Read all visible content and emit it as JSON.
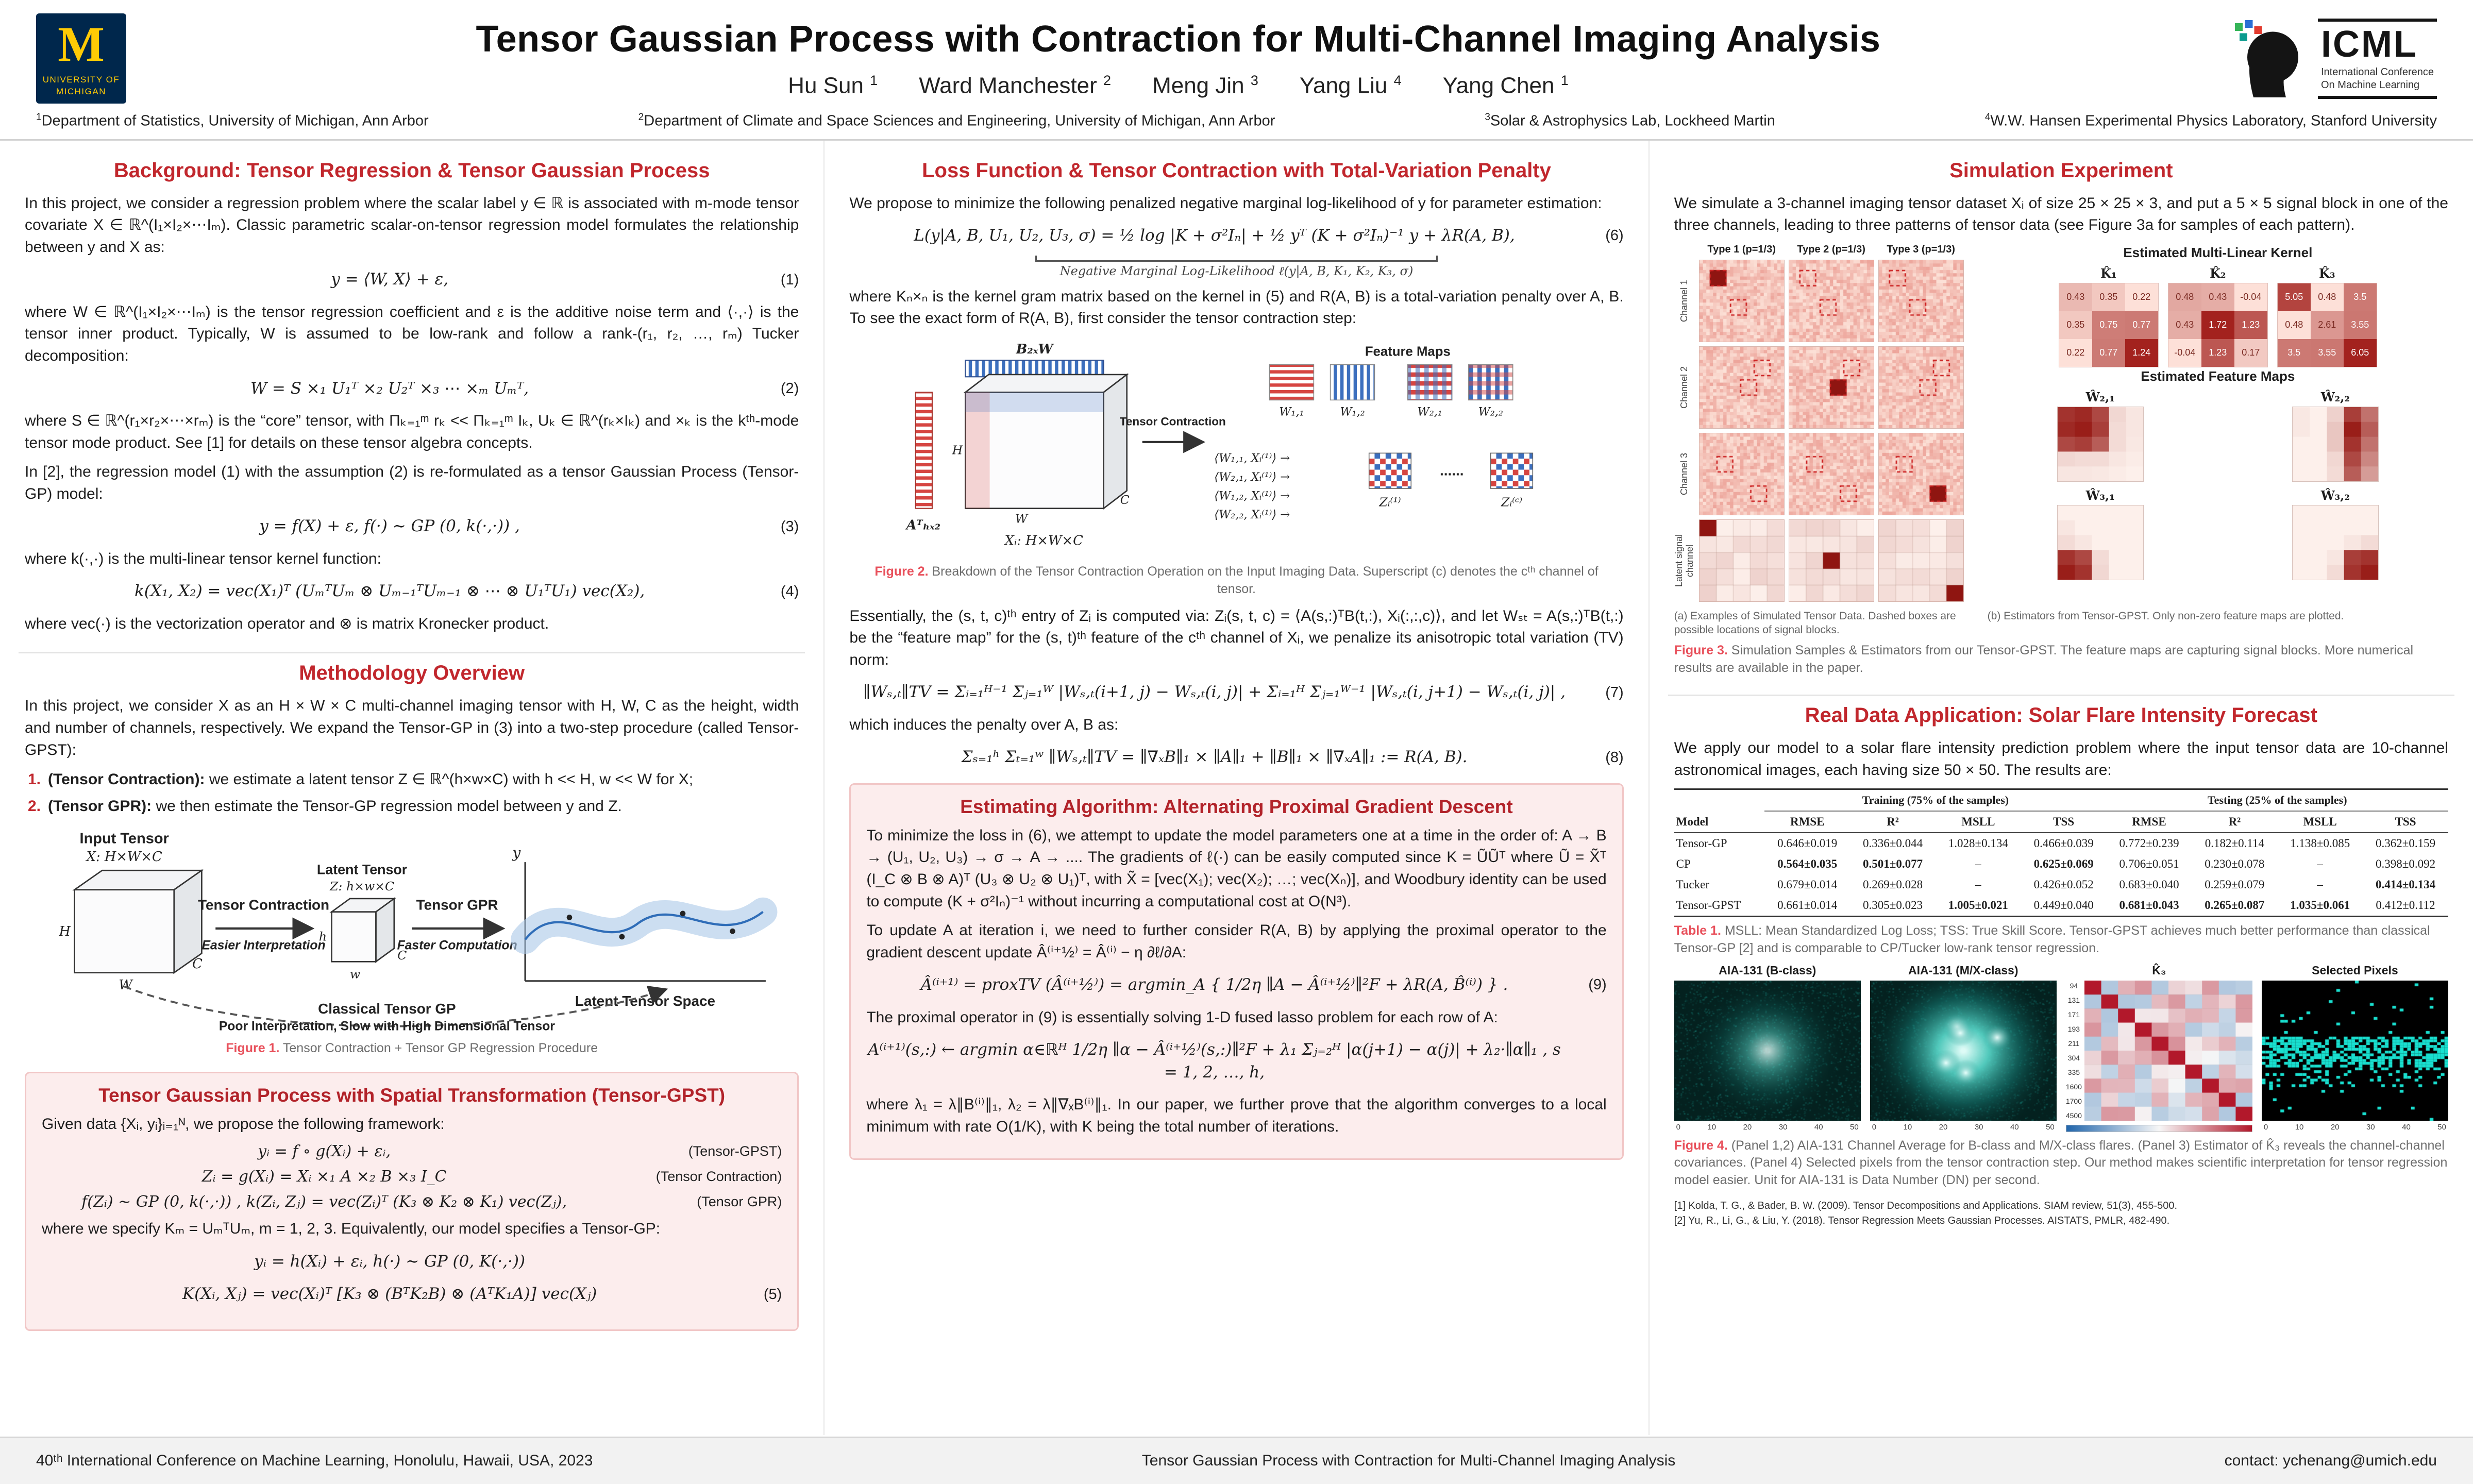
{
  "header": {
    "title": "Tensor Gaussian Process with Contraction for Multi-Channel Imaging Analysis",
    "authors": [
      {
        "name": "Hu Sun",
        "sup": "1"
      },
      {
        "name": "Ward Manchester",
        "sup": "2"
      },
      {
        "name": "Meng Jin",
        "sup": "3"
      },
      {
        "name": "Yang Liu",
        "sup": "4"
      },
      {
        "name": "Yang Chen",
        "sup": "1"
      }
    ],
    "affiliations": [
      {
        "sup": "1",
        "text": "Department of Statistics, University of Michigan, Ann Arbor"
      },
      {
        "sup": "2",
        "text": "Department of Climate and Space Sciences and Engineering, University of Michigan, Ann Arbor"
      },
      {
        "sup": "3",
        "text": "Solar & Astrophysics Lab, Lockheed Martin"
      },
      {
        "sup": "4",
        "text": "W.W. Hansen Experimental Physics Laboratory, Stanford University"
      }
    ],
    "um_logo": {
      "m": "M",
      "line1": "UNIVERSITY OF",
      "line2": "MICHIGAN"
    },
    "icml": {
      "name": "ICML",
      "line1": "International Conference",
      "line2": "On Machine Learning"
    }
  },
  "col1": {
    "sec1_title": "Background: Tensor Regression & Tensor Gaussian Process",
    "p1": "In this project, we consider a regression problem where the scalar label y ∈ ℝ is associated with m-mode tensor covariate X ∈ ℝ^(I₁×I₂×⋯Iₘ). Classic parametric scalar-on-tensor regression model formulates the relationship between y and X as:",
    "eq1": {
      "body": "y = ⟨W, X⟩ + ε,",
      "num": "(1)"
    },
    "p2": "where W ∈ ℝ^(I₁×I₂×⋯Iₘ) is the tensor regression coefficient and ε is the additive noise term and ⟨·,·⟩ is the tensor inner product. Typically, W is assumed to be low-rank and follow a rank-(r₁, r₂, …, rₘ) Tucker decomposition:",
    "eq2": {
      "body": "W = S ×₁ U₁ᵀ ×₂ U₂ᵀ ×₃ ⋯ ×ₘ Uₘᵀ,",
      "num": "(2)"
    },
    "p3": "where S ∈ ℝ^(r₁×r₂×⋯×rₘ) is the “core” tensor, with Πₖ₌₁ᵐ rₖ << Πₖ₌₁ᵐ Iₖ, Uₖ ∈ ℝ^(rₖ×Iₖ) and ×ₖ is the kᵗʰ-mode tensor mode product. See [1] for details on these tensor algebra concepts.",
    "p4": "In [2], the regression model (1) with the assumption (2) is re-formulated as a tensor Gaussian Process (Tensor-GP) model:",
    "eq3": {
      "body": "y = f(X) + ε,     f(·) ∼ GP (0, k(·,·)) ,",
      "num": "(3)"
    },
    "p5": "where k(·,·) is the multi-linear tensor kernel function:",
    "eq4": {
      "body": "k(X₁, X₂) = vec(X₁)ᵀ (UₘᵀUₘ ⊗ Uₘ₋₁ᵀUₘ₋₁ ⊗ ⋯ ⊗ U₁ᵀU₁) vec(X₂),",
      "num": "(4)"
    },
    "p6": "where vec(·) is the vectorization operator and ⊗ is matrix Kronecker product.",
    "sec2_title": "Methodology Overview",
    "p7": "In this project, we consider X as an H × W × C multi-channel imaging tensor with H, W, C as the height, width and number of channels, respectively. We expand the Tensor-GP in (3) into a two-step procedure (called Tensor-GPST):",
    "steps": [
      {
        "num": "1.",
        "label": "(Tensor Contraction):",
        "text": "we estimate a latent tensor Z ∈ ℝ^(h×w×C) with h << H, w << W for X;"
      },
      {
        "num": "2.",
        "label": "(Tensor GPR):",
        "text": "we then estimate the Tensor-GP regression model between y and Z."
      }
    ],
    "fig1": {
      "input_title": "Input Tensor",
      "input_sub": "X: H×W×C",
      "latent_title": "Latent Tensor",
      "latent_sub": "Z: h×w×C",
      "arrow1": "Tensor Contraction",
      "arrow1_sub": "Easier Interpretation",
      "arrow2": "Tensor GPR",
      "arrow2_sub": "Faster Computation",
      "classical": "Classical Tensor GP",
      "classical_sub": "Poor Interpretation, Slow with High Dimensional Tensor",
      "y_label": "y",
      "x_label": "Latent Tensor Space",
      "dims": {
        "H": "H",
        "W": "W",
        "C": "C",
        "h": "h",
        "w": "w",
        "c": "C"
      },
      "caption_label": "Figure 1.",
      "caption_text": "Tensor Contraction + Tensor GP Regression Procedure"
    },
    "box": {
      "title": "Tensor Gaussian Process with Spatial Transformation (Tensor-GPST)",
      "intro": "Given data {Xᵢ, yᵢ}ᵢ₌₁ᴺ, we propose the following framework:",
      "lines": [
        {
          "body": "yᵢ = f ∘ g(Xᵢ) + εᵢ,",
          "tag": "(Tensor-GPST)"
        },
        {
          "body": "Zᵢ = g(Xᵢ) = Xᵢ ×₁ A ×₂ B ×₃ I_C",
          "tag": "(Tensor Contraction)"
        },
        {
          "body": "f(Zᵢ) ∼ GP (0, k(·,·)) ,  k(Zᵢ, Zⱼ) = vec(Zᵢ)ᵀ (K₃ ⊗ K₂ ⊗ K₁) vec(Zⱼ),",
          "tag": "(Tensor GPR)"
        }
      ],
      "mid": "where we specify Kₘ = UₘᵀUₘ, m = 1, 2, 3. Equivalently, our model specifies a Tensor-GP:",
      "eq5a": "yᵢ = h(Xᵢ) + εᵢ,     h(·) ∼ GP (0, K(·,·))",
      "eq5b": {
        "body": "K(Xᵢ, Xⱼ) = vec(Xᵢ)ᵀ [K₃ ⊗ (BᵀK₂B) ⊗ (AᵀK₁A)] vec(Xⱼ)",
        "num": "(5)"
      }
    }
  },
  "col2": {
    "sec1_title": "Loss Function & Tensor Contraction with Total-Variation Penalty",
    "p1": "We propose to minimize the following penalized negative marginal log-likelihood of y for parameter estimation:",
    "eq6": {
      "body": "L(y|A, B, U₁, U₂, U₃, σ) = ½ log |K + σ²Iₙ| + ½ yᵀ (K + σ²Iₙ)⁻¹ y + λR(A, B),",
      "num": "(6)"
    },
    "eq6_note": "Negative Marginal Log-Likelihood ℓ(y|A, B, K₁, K₂, K₃, σ)",
    "p2": "where Kₙ×ₙ is the kernel gram matrix based on the kernel in (5) and R(A, B) is a total-variation penalty over A, B. To see the exact form of R(A, B), first consider the tensor contraction step:",
    "fig2": {
      "b_label": "B₂ₓW",
      "a_label": "Aᵀₕₓ₂",
      "x_label": "Xᵢ: H×W×C",
      "arrow": "Tensor Contraction",
      "fm_title": "Feature Maps",
      "fm": [
        "W₁,₁",
        "W₁,₂",
        "W₂,₁",
        "W₂,₂"
      ],
      "prod1": "⟨W₁,₁, Xᵢ⁽¹⁾⟩ →",
      "prod2": "⟨W₂,₁, Xᵢ⁽¹⁾⟩ →",
      "prod3": "⟨W₁,₂, Xᵢ⁽¹⁾⟩ →",
      "prod4": "⟨W₂,₂, Xᵢ⁽¹⁾⟩ →",
      "z1": "Zᵢ⁽¹⁾",
      "dots": "......",
      "zc": "Zᵢ⁽ᶜ⁾",
      "dims": {
        "H": "H",
        "W": "W",
        "C": "C"
      },
      "caption_label": "Figure 2.",
      "caption_text": "Breakdown of the Tensor Contraction Operation on the Input Imaging Data. Superscript (c) denotes the cᵗʰ channel of tensor."
    },
    "p3": "Essentially, the (s, t, c)ᵗʰ entry of Zᵢ is computed via: Zᵢ(s, t, c) = ⟨A(s,:)ᵀB(t,:), Xᵢ(:,:,c)⟩, and let Wₛₜ = A(s,:)ᵀB(t,:) be the “feature map” for the (s, t)ᵗʰ feature of the cᵗʰ channel of Xᵢ, we penalize its anisotropic total variation (TV) norm:",
    "eq7": {
      "body": "∥Wₛ,ₜ∥TV = Σᵢ₌₁ᴴ⁻¹ Σⱼ₌₁ᵂ |Wₛ,ₜ(i+1, j) − Wₛ,ₜ(i, j)| + Σᵢ₌₁ᴴ Σⱼ₌₁ᵂ⁻¹ |Wₛ,ₜ(i, j+1) − Wₛ,ₜ(i, j)| ,",
      "num": "(7)"
    },
    "p4": "which induces the penalty over A, B as:",
    "eq8": {
      "body": "Σₛ₌₁ʰ Σₜ₌₁ʷ ∥Wₛ,ₜ∥TV = ∥∇ₓB∥₁ × ∥A∥₁ + ∥B∥₁ × ∥∇ₓA∥₁ := R(A, B).",
      "num": "(8)"
    },
    "box": {
      "title": "Estimating Algorithm: Alternating Proximal Gradient Descent",
      "p1": "To minimize the loss in (6), we attempt to update the model parameters one at a time in the order of: A → B → (U₁, U₂, U₃) → σ → A → .... The gradients of ℓ(·) can be easily computed since K = ŨŨᵀ where Ũ = X̃ᵀ (I_C ⊗ B ⊗ A)ᵀ (U₃ ⊗ U₂ ⊗ U₁)ᵀ, with X̃ = [vec(X₁); vec(X₂); …; vec(Xₙ)], and Woodbury identity can be used to compute (K + σ²Iₙ)⁻¹ without incurring a computational cost at O(N³).",
      "p2": "To update A at iteration i, we need to further consider R(A, B) by applying the proximal operator to the gradient descent update Â⁽ⁱ⁺½⁾ = Â⁽ⁱ⁾ − η ∂ℓ/∂A:",
      "eq9": {
        "body": "Â⁽ⁱ⁺¹⁾ = proxTV (Â⁽ⁱ⁺½⁾) = argmin_A { 1/2η ∥A − Â⁽ⁱ⁺½⁾∥²F + λR(A, B̂⁽ⁱ⁾) } .",
        "num": "(9)"
      },
      "p3": "The proximal operator in (9) is essentially solving 1-D fused lasso problem for each row of A:",
      "eq10": {
        "body": "A⁽ⁱ⁺¹⁾(s,:) ← argmin α∈ℝᴴ 1/2η ∥α − Â⁽ⁱ⁺½⁾(s,:)∥²F + λ₁ Σⱼ₌₂ᴴ |α(j+1) − α(j)| + λ₂·∥α∥₁ ,    s = 1, 2, …, h,",
        "num": ""
      },
      "p4": "where λ₁ = λ∥B⁽ⁱ⁾∥₁, λ₂ = λ∥∇ₓB⁽ⁱ⁾∥₁. In our paper, we further prove that the algorithm converges to a local minimum with rate O(1/K), with K being the total number of iterations."
    }
  },
  "col3": {
    "sec1_title": "Simulation Experiment",
    "p1": "We simulate a 3-channel imaging tensor dataset Xᵢ of size 25 × 25 × 3, and put a 5 × 5 signal block in one of the three channels, leading to three patterns of tensor data (see Figure 3a for samples of each pattern).",
    "sim": {
      "types": [
        "Type 1 (p=1/3)",
        "Type 2 (p=1/3)",
        "Type 3 (p=1/3)"
      ],
      "channel_rows": [
        {
          "label": "Channel 1",
          "dashed": [
            [
              3,
              3
            ],
            [
              12,
              9
            ]
          ],
          "signal_type": 0,
          "signal_pos": [
            3,
            3
          ]
        },
        {
          "label": "Channel 2",
          "dashed": [
            [
              10,
              12
            ],
            [
              4,
              16
            ]
          ],
          "signal_type": 1,
          "signal_pos": [
            10,
            12
          ]
        },
        {
          "label": "Channel 3",
          "dashed": [
            [
              16,
              15
            ],
            [
              7,
              5
            ]
          ],
          "signal_type": 2,
          "signal_pos": [
            16,
            15
          ]
        }
      ],
      "latent_row": {
        "label": "Latent signal channel",
        "dark_cells": [
          [
            0,
            0
          ],
          [
            2,
            2
          ],
          [
            4,
            4
          ]
        ]
      }
    },
    "fig3": {
      "kernel_title": "Estimated Multi-Linear Kernel",
      "kernels": [
        {
          "name": "K̂₁",
          "values": [
            [
              0.43,
              0.35,
              0.22
            ],
            [
              0.35,
              0.75,
              0.77
            ],
            [
              0.22,
              0.77,
              1.24
            ]
          ]
        },
        {
          "name": "K̂₂",
          "values": [
            [
              0.48,
              0.43,
              -0.04
            ],
            [
              0.43,
              1.72,
              1.23
            ],
            [
              -0.04,
              1.23,
              0.17
            ]
          ]
        },
        {
          "name": "K̂₃",
          "values": [
            [
              5.05,
              0.48,
              3.5
            ],
            [
              0.48,
              2.61,
              3.55
            ],
            [
              3.5,
              3.55,
              6.05
            ]
          ]
        }
      ],
      "fm_title": "Estimated Feature Maps",
      "feature_maps": [
        {
          "name": "Ŵ₂,₁",
          "cells": [
            [
              0.9,
              0.95,
              0.8,
              0.12,
              0.05
            ],
            [
              0.95,
              1,
              0.85,
              0.1,
              0.05
            ],
            [
              0.8,
              0.85,
              0.7,
              0.1,
              0.04
            ],
            [
              0.12,
              0.1,
              0.1,
              0.05,
              0.02
            ],
            [
              0.05,
              0.05,
              0.04,
              0.02,
              0
            ]
          ]
        },
        {
          "name": "Ŵ₂,₂",
          "cells": [
            [
              0.04,
              0,
              0.15,
              0.85,
              0.6
            ],
            [
              0.04,
              0,
              0.2,
              1,
              0.7
            ],
            [
              0,
              0,
              0.2,
              0.9,
              0.6
            ],
            [
              0,
              0,
              0.12,
              0.8,
              0.5
            ],
            [
              0,
              0,
              0.1,
              0.7,
              0.4
            ]
          ]
        },
        {
          "name": "Ŵ₃,₁",
          "cells": [
            [
              0,
              0,
              0,
              0,
              0
            ],
            [
              0.05,
              0,
              0,
              0,
              0
            ],
            [
              0.1,
              0.05,
              0,
              0,
              0
            ],
            [
              0.9,
              0.8,
              0.1,
              0,
              0
            ],
            [
              1,
              0.9,
              0.12,
              0,
              0
            ]
          ]
        },
        {
          "name": "Ŵ₃,₂",
          "cells": [
            [
              0,
              0,
              0,
              0,
              0
            ],
            [
              0,
              0,
              0,
              0,
              0
            ],
            [
              0,
              0,
              0,
              0.05,
              0.1
            ],
            [
              0,
              0,
              0.05,
              0.85,
              0.9
            ],
            [
              0,
              0,
              0.1,
              0.9,
              1
            ]
          ]
        }
      ],
      "caption_a": "(a) Examples of Simulated Tensor Data. Dashed boxes are possible locations of signal blocks.",
      "caption_b": "(b) Estimators from Tensor-GPST. Only non-zero feature maps are plotted.",
      "caption_label": "Figure 3.",
      "caption_text": "Simulation Samples & Estimators from our Tensor-GPST. The feature maps are capturing signal blocks. More numerical results are available in the paper."
    },
    "sec2_title": "Real Data Application: Solar Flare Intensity Forecast",
    "p2": "We apply our model to a solar flare intensity prediction problem where the input tensor data are 10-channel astronomical images, each having size 50 × 50. The results are:",
    "table": {
      "model_header": "Model",
      "group_train": "Training (75% of the samples)",
      "group_test": "Testing (25% of the samples)",
      "sub": [
        "RMSE",
        "R²",
        "MSLL",
        "TSS"
      ],
      "rows": [
        {
          "model": "Tensor-GP",
          "values": [
            "0.646±0.019",
            "0.336±0.044",
            "1.028±0.134",
            "0.466±0.039",
            "0.772±0.239",
            "0.182±0.114",
            "1.138±0.085",
            "0.362±0.159"
          ],
          "bold": [
            false,
            false,
            false,
            false,
            false,
            false,
            false,
            false
          ]
        },
        {
          "model": "CP",
          "values": [
            "0.564±0.035",
            "0.501±0.077",
            "–",
            "0.625±0.069",
            "0.706±0.051",
            "0.230±0.078",
            "–",
            "0.398±0.092"
          ],
          "bold": [
            true,
            true,
            false,
            true,
            false,
            false,
            false,
            false
          ]
        },
        {
          "model": "Tucker",
          "values": [
            "0.679±0.014",
            "0.269±0.028",
            "–",
            "0.426±0.052",
            "0.683±0.040",
            "0.259±0.079",
            "–",
            "0.414±0.134"
          ],
          "bold": [
            false,
            false,
            false,
            false,
            false,
            false,
            false,
            true
          ]
        },
        {
          "model": "Tensor-GPST",
          "values": [
            "0.661±0.014",
            "0.305±0.023",
            "1.005±0.021",
            "0.449±0.040",
            "0.681±0.043",
            "0.265±0.087",
            "1.035±0.061",
            "0.412±0.112"
          ],
          "bold": [
            false,
            false,
            true,
            false,
            true,
            true,
            true,
            false
          ]
        }
      ],
      "caption_label": "Table 1.",
      "caption_text": "MSLL: Mean Standardized Log Loss; TSS: True Skill Score. Tensor-GPST achieves much better performance than classical Tensor-GP [2] and is comparable to CP/Tucker low-rank tensor regression."
    },
    "fig4": {
      "panels": [
        "AIA-131 (B-class)",
        "AIA-131 (M/X-class)",
        "K̂₃",
        "Selected Pixels"
      ],
      "k3_ticks": [
        "94",
        "131",
        "171",
        "193",
        "211",
        "304",
        "335",
        "1600",
        "1700",
        "4500"
      ],
      "xticks": [
        "0",
        "10",
        "20",
        "30",
        "40",
        "50"
      ],
      "caption_label": "Figure 4.",
      "caption_text": "(Panel 1,2) AIA-131 Channel Average for B-class and M/X-class flares. (Panel 3) Estimator of K̂₃ reveals the channel-channel covariances. (Panel 4) Selected pixels from the tensor contraction step. Our method makes scientific interpretation for tensor regression model easier. Unit for AIA-131 is Data Number (DN) per second."
    },
    "refs": [
      "[1] Kolda, T. G., & Bader, B. W. (2009). Tensor Decompositions and Applications. SIAM review, 51(3), 455-500.",
      "[2] Yu, R., Li, G., & Liu, Y. (2018). Tensor Regression Meets Gaussian Processes. AISTATS, PMLR, 482-490."
    ]
  },
  "footer": {
    "left": "40ᵗʰ International Conference on Machine Learning, Honolulu, Hawaii, USA, 2023",
    "center": "Tensor Gaussian Process with Contraction for Multi-Channel Imaging Analysis",
    "right": "contact: ychenang@umich.edu"
  }
}
